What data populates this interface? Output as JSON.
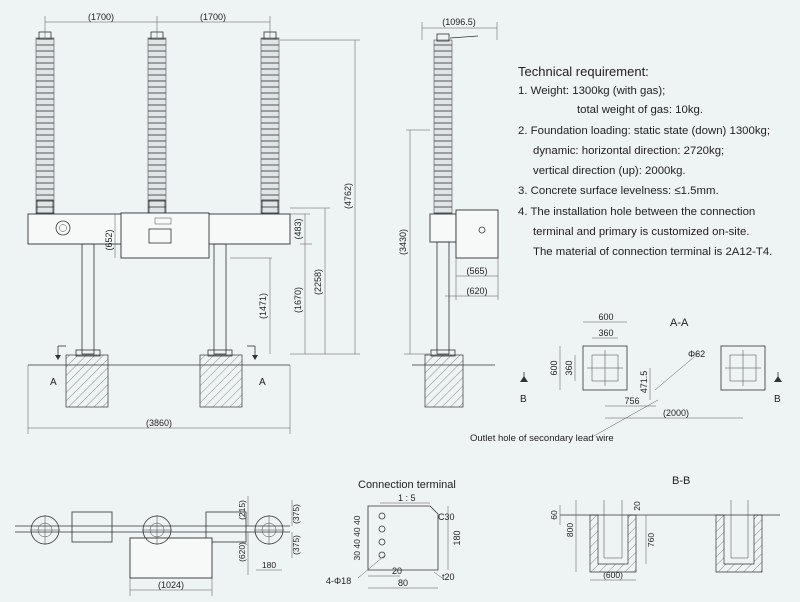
{
  "front_view": {
    "spacing_left": "(1700)",
    "spacing_right": "(1700)",
    "cabinet_height": "(652)",
    "height_483": "(483)",
    "height_1471": "(1471)",
    "height_1670": "(1670)",
    "height_2258": "(2258)",
    "height_4762": "(4762)",
    "total_width": "(3860)",
    "section_a_left": "A",
    "section_a_right": "A"
  },
  "side_view": {
    "top_width": "(1096.5)",
    "height_3430": "(3430)",
    "depth_565": "(565)",
    "depth_620": "(620)"
  },
  "requirements": {
    "title": "Technical requirement:",
    "lines": [
      "1. Weight: 1300kg (with gas);",
      "total weight of gas: 10kg.",
      "2. Foundation loading: static state (down) 1300kg;",
      "dynamic: horizontal direction: 2720kg;",
      "vertical direction (up): 2000kg.",
      "3. Concrete surface levelness: ≤1.5mm.",
      "4. The installation hole between the connection",
      "terminal and primary is customized on-site.",
      "The material of connection terminal is 2A12-T4."
    ]
  },
  "section_aa": {
    "title": "A-A",
    "dim_600_top": "600",
    "dim_360_top": "360",
    "dim_600_side": "600",
    "dim_360_side": "360",
    "hole_diameter": "Φ62",
    "dim_471_5": "471.5",
    "dim_756": "756",
    "dim_2000": "(2000)",
    "label_b_left": "B",
    "label_b_right": "B",
    "outlet_label": "Outlet hole of secondary lead wire"
  },
  "section_bb": {
    "title": "B-B",
    "dim_60": "60",
    "dim_800": "800",
    "dim_20": "20",
    "dim_760": "760",
    "dim_600": "(600)"
  },
  "top_view": {
    "dim_215": "(215)",
    "dim_375_a": "(375)",
    "dim_375_b": "(375)",
    "dim_620": "(620)",
    "dim_180": "180",
    "dim_1024": "(1024)"
  },
  "terminal": {
    "title": "Connection terminal",
    "slope": "1 : 5",
    "chamfer": "C30",
    "dim_180": "180",
    "dim_holes": "30 40 40 40",
    "holes": "4-Φ18",
    "dim_20": "20",
    "dim_80": "80",
    "thickness": "t20"
  }
}
